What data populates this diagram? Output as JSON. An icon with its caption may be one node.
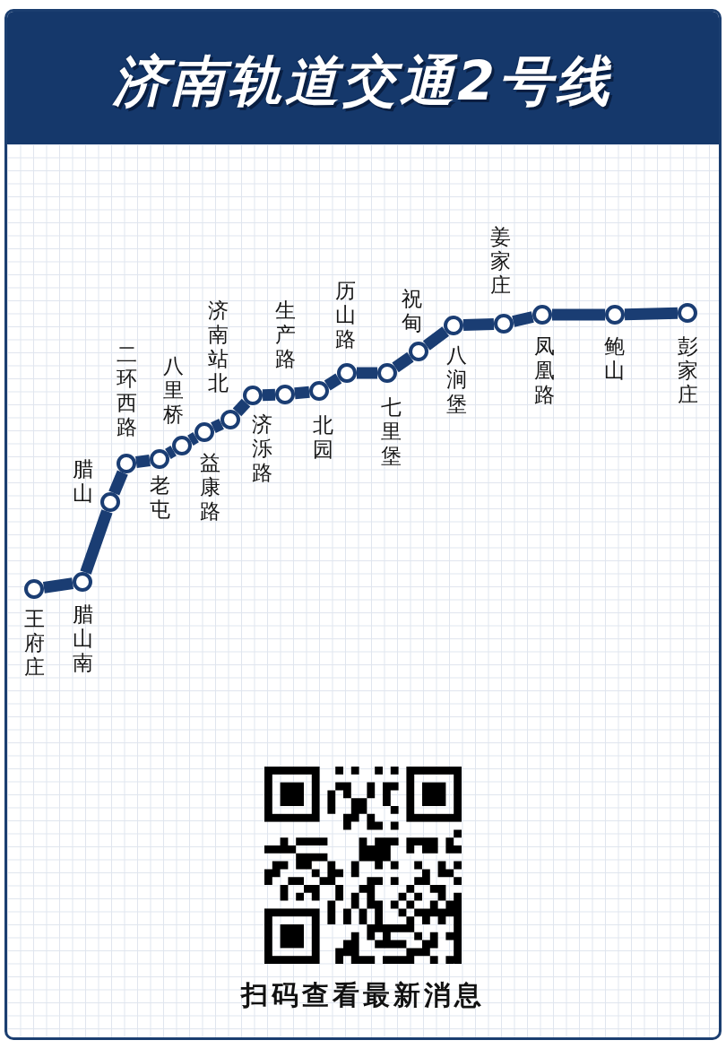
{
  "diagram": {
    "title": "济南轨道交通2号线",
    "nodes": [
      {
        "text": [],
        "shape": "circle",
        "beside": [
          "王府庄"
        ]
      },
      {
        "text": [],
        "shape": "circle",
        "beside": [
          "腊山南"
        ]
      },
      {
        "text": [],
        "shape": "circle",
        "beside": [
          "腊山"
        ]
      },
      {
        "text": [],
        "shape": "circle",
        "beside": [
          "二环西路"
        ]
      },
      {
        "text": [],
        "shape": "circle",
        "beside": [
          "老屯"
        ]
      },
      {
        "text": [],
        "shape": "circle",
        "beside": [
          "八里桥"
        ]
      },
      {
        "text": [],
        "shape": "circle",
        "beside": [
          "益康路"
        ]
      },
      {
        "text": [],
        "shape": "circle",
        "beside": [
          "济南站北"
        ]
      },
      {
        "text": [],
        "shape": "circle",
        "beside": [
          "济泺路"
        ]
      },
      {
        "text": [],
        "shape": "circle",
        "beside": [
          "生产路"
        ]
      },
      {
        "text": [],
        "shape": "circle",
        "beside": [
          "北园"
        ]
      },
      {
        "text": [],
        "shape": "circle",
        "beside": [
          "历山路"
        ]
      },
      {
        "text": [],
        "shape": "circle",
        "beside": [
          "七里堡"
        ]
      },
      {
        "text": [],
        "shape": "circle",
        "beside": [
          "祝甸"
        ]
      },
      {
        "text": [],
        "shape": "circle",
        "beside": [
          "八涧堡"
        ]
      },
      {
        "text": [],
        "shape": "circle",
        "beside": [
          "姜家庄"
        ]
      },
      {
        "text": [],
        "shape": "circle",
        "beside": [
          "凤凰路"
        ]
      },
      {
        "text": [],
        "shape": "circle",
        "beside": [
          "鲍山"
        ]
      },
      {
        "text": [],
        "shape": "circle",
        "beside": [
          "彭家庄"
        ]
      }
    ],
    "edges": [
      {
        "from": 0,
        "to": 1,
        "arrow": "none"
      },
      {
        "from": 1,
        "to": 2,
        "arrow": "none"
      },
      {
        "from": 2,
        "to": 3,
        "arrow": "none"
      },
      {
        "from": 3,
        "to": 4,
        "arrow": "none"
      },
      {
        "from": 4,
        "to": 5,
        "arrow": "none"
      },
      {
        "from": 5,
        "to": 6,
        "arrow": "none"
      },
      {
        "from": 6,
        "to": 7,
        "arrow": "none"
      },
      {
        "from": 7,
        "to": 8,
        "arrow": "none"
      },
      {
        "from": 8,
        "to": 9,
        "arrow": "none"
      },
      {
        "from": 9,
        "to": 10,
        "arrow": "none"
      },
      {
        "from": 10,
        "to": 11,
        "arrow": "none"
      },
      {
        "from": 11,
        "to": 12,
        "arrow": "none"
      },
      {
        "from": 12,
        "to": 13,
        "arrow": "none"
      },
      {
        "from": 13,
        "to": 14,
        "arrow": "none"
      },
      {
        "from": 14,
        "to": 15,
        "arrow": "none"
      },
      {
        "from": 15,
        "to": 16,
        "arrow": "none"
      },
      {
        "from": 16,
        "to": 17,
        "arrow": "none"
      },
      {
        "from": 17,
        "to": 18,
        "arrow": "none"
      }
    ],
    "labels": [
      "扫码查看最新消息"
    ]
  }
}
